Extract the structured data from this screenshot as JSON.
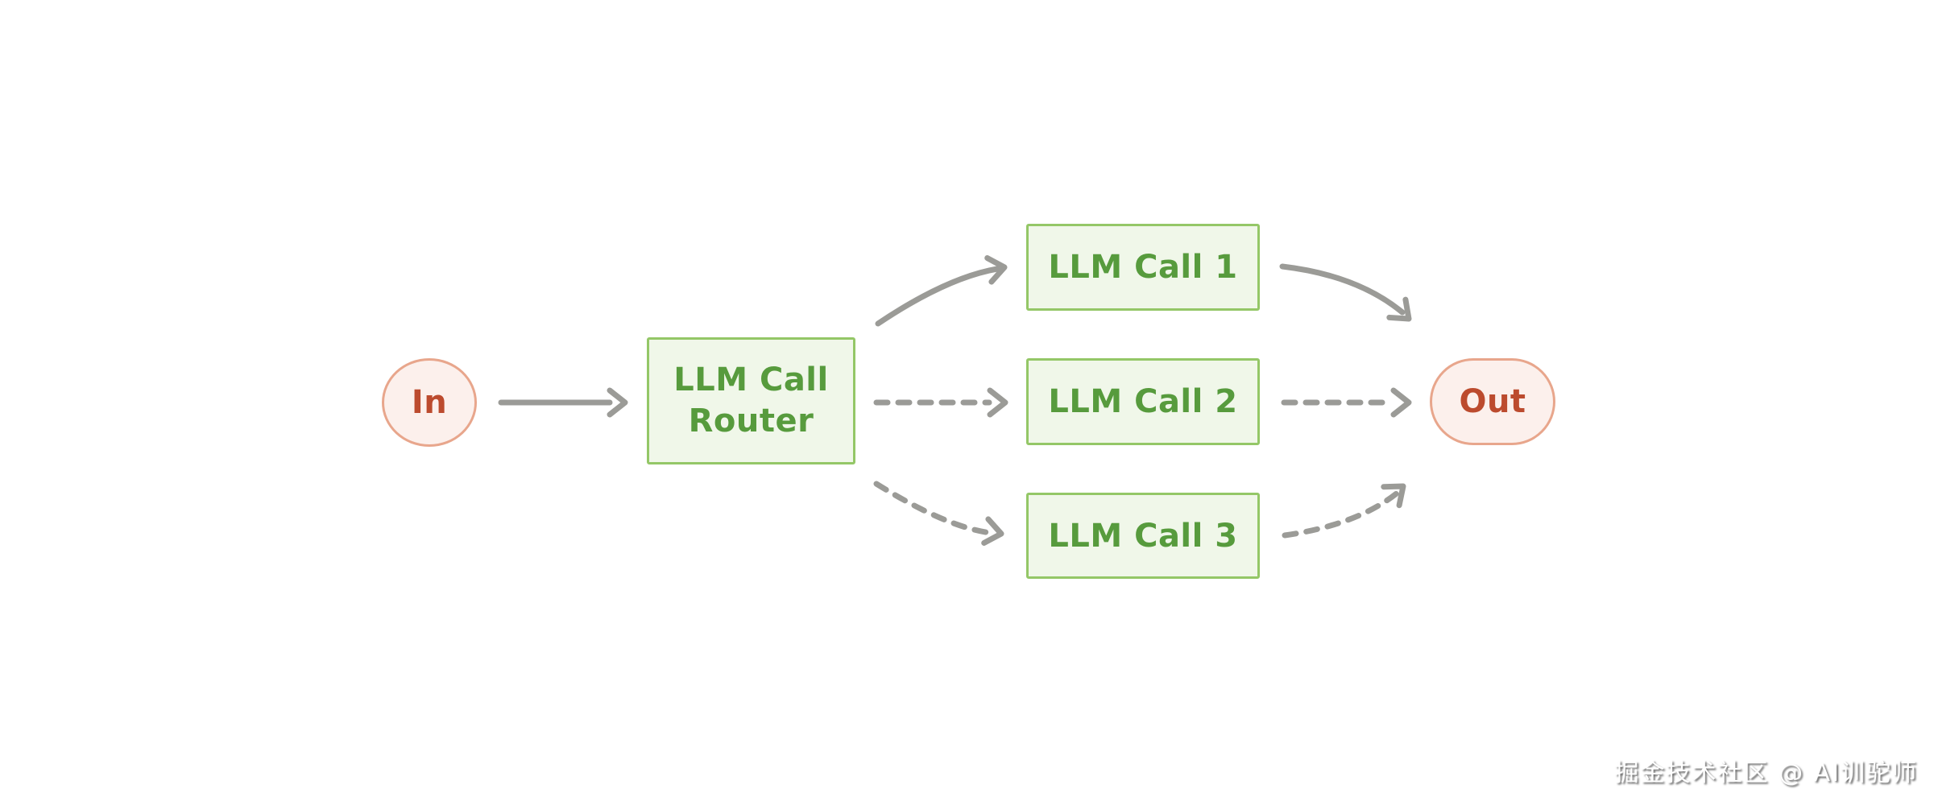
{
  "diagram": {
    "type": "flowchart",
    "description": "LLM call routing workflow: input is routed by an LLM Call Router to one of three LLM calls, whose result flows to the output",
    "nodes": {
      "in": {
        "label": "In",
        "shape": "circle",
        "role": "input-terminal"
      },
      "router": {
        "label": "LLM Call Router",
        "shape": "rectangle",
        "role": "process"
      },
      "call1": {
        "label": "LLM Call 1",
        "shape": "rectangle",
        "role": "process"
      },
      "call2": {
        "label": "LLM Call 2",
        "shape": "rectangle",
        "role": "process"
      },
      "call3": {
        "label": "LLM Call 3",
        "shape": "rectangle",
        "role": "process"
      },
      "out": {
        "label": "Out",
        "shape": "pill",
        "role": "output-terminal"
      }
    },
    "edges": [
      {
        "from": "in",
        "to": "router",
        "style": "solid"
      },
      {
        "from": "router",
        "to": "call1",
        "style": "solid"
      },
      {
        "from": "router",
        "to": "call2",
        "style": "dashed"
      },
      {
        "from": "router",
        "to": "call3",
        "style": "dashed"
      },
      {
        "from": "call1",
        "to": "out",
        "style": "solid"
      },
      {
        "from": "call2",
        "to": "out",
        "style": "dashed"
      },
      {
        "from": "call3",
        "to": "out",
        "style": "dashed"
      }
    ]
  },
  "watermark": {
    "text": "掘金技术社区 @ AI训驼师"
  },
  "colors": {
    "background": "#ffffff",
    "process_fill": "#f0f7e9",
    "process_border": "#94c767",
    "process_text": "#579b3d",
    "terminal_fill": "#fcf0ec",
    "terminal_border": "#e8a68c",
    "terminal_text": "#bc4b2e",
    "arrow": "#9b9b97"
  }
}
